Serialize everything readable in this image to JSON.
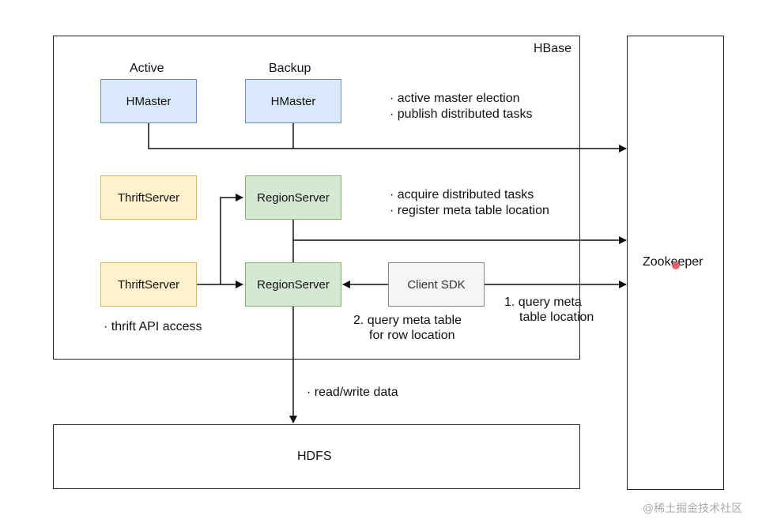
{
  "hbase": {
    "label": "HBase"
  },
  "zookeeper": {
    "label": "Zookeeper"
  },
  "hdfs": {
    "label": "HDFS"
  },
  "masters": {
    "active_label": "Active",
    "backup_label": "Backup",
    "active_box": "HMaster",
    "backup_box": "HMaster",
    "notes": [
      "· active master election",
      "· publish distributed tasks"
    ]
  },
  "region": {
    "top_box": "RegionServer",
    "bottom_box": "RegionServer",
    "notes": [
      "· acquire distributed tasks",
      "· register meta table location"
    ]
  },
  "thrift": {
    "top_box": "ThriftServer",
    "bottom_box": "ThriftServer",
    "note": "· thrift API access"
  },
  "client": {
    "box": "Client SDK",
    "query_meta_table": [
      "1. query meta",
      "table location"
    ],
    "query_row": [
      "2. query meta table",
      "for row location"
    ]
  },
  "hdfs_note": "· read/write data",
  "watermark": "@稀土掘金技术社区"
}
